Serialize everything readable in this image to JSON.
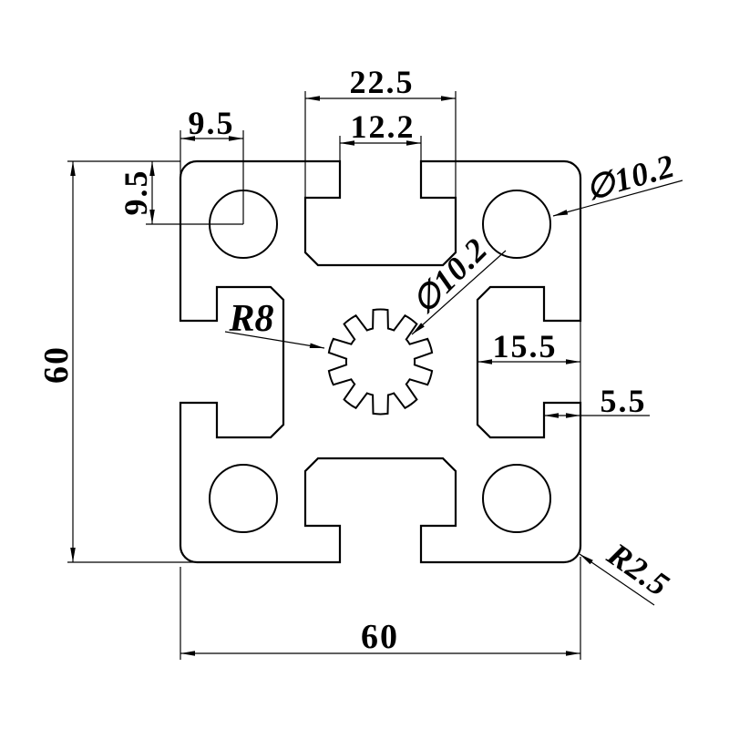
{
  "drawing": {
    "title": "aluminum-extrusion-profile-cross-section",
    "background_color": "#ffffff",
    "line_color": "#000000",
    "labels": {
      "top_slot_width": "22.5",
      "top_slot_opening": "12.2",
      "hole_offset_horizontal": "9.5",
      "hole_offset_vertical": "9.5",
      "corner_hole_diameter": "∅10.2",
      "center_hole_diameter": "∅10.2",
      "center_boss_radius": "R8",
      "slot_pocket_depth": "15.5",
      "slot_lip_depth": "5.5",
      "overall_height": "60",
      "overall_width": "60",
      "corner_radius": "R2.5"
    }
  }
}
